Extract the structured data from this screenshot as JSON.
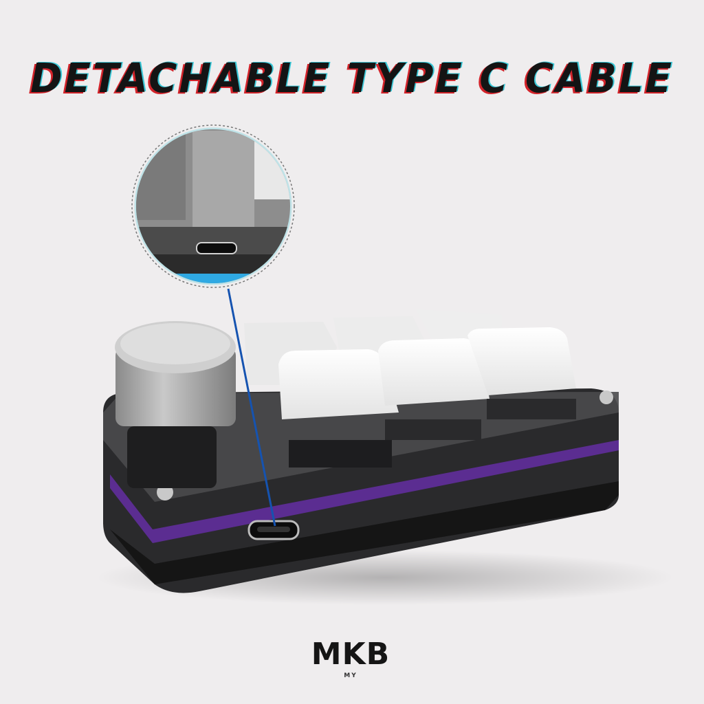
{
  "headline": "DETACHABLE TYPE C CABLE",
  "brand": {
    "name": "MKB",
    "sub": "MY"
  },
  "product": {
    "type": "macro keypad",
    "keys": 6,
    "knob": 1,
    "port": "usb-c",
    "accent_line_color": "#5b2d91",
    "callout_line_color": "#1553b0"
  },
  "colors": {
    "background": "#efedee",
    "title": "#141414",
    "title_shadow_red": "#d2232a",
    "title_shadow_cyan": "#39c7d6"
  }
}
